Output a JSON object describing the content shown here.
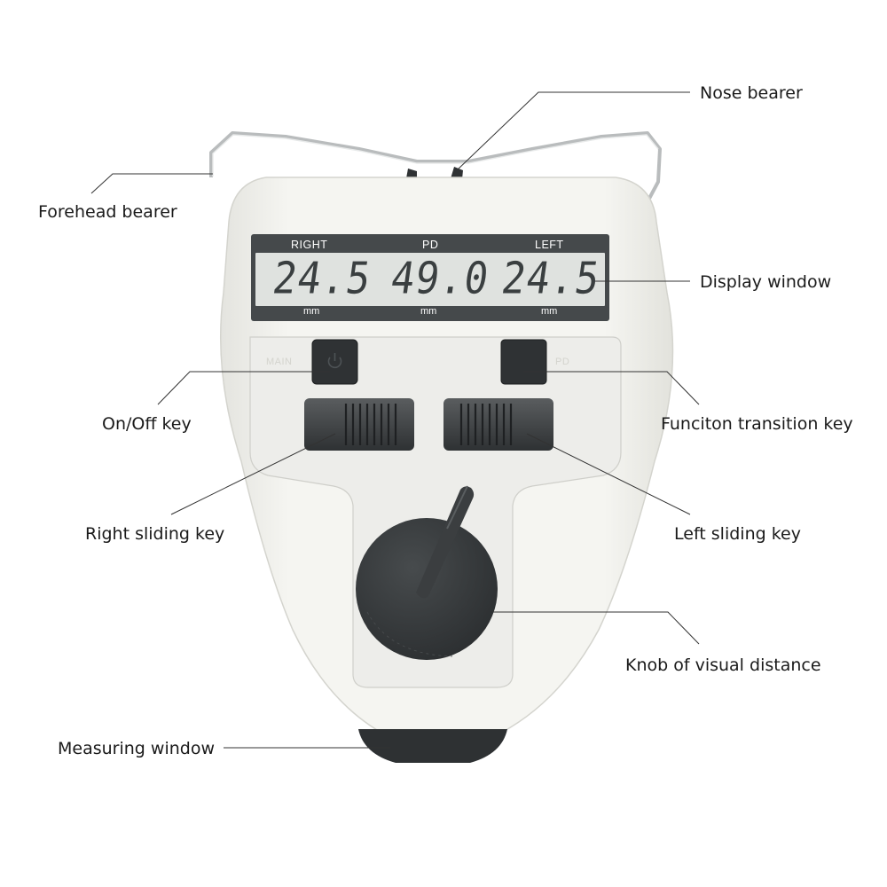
{
  "device": {
    "display": {
      "labels": {
        "right": "RIGHT",
        "pd": "PD",
        "left": "LEFT"
      },
      "readings": {
        "right": "24.5",
        "pd": "49.0",
        "left": "24.5"
      },
      "units": {
        "right": "mm",
        "pd": "mm",
        "left": "mm"
      }
    },
    "keys": {
      "main_label": "MAIN",
      "pd_label": "PD"
    },
    "colors": {
      "body": "#f2f2ee",
      "lcd_bezel": "#45494b",
      "lcd_screen": "#dfe2df",
      "knob": "#36393b"
    }
  },
  "callouts": {
    "nose_bearer": "Nose bearer",
    "forehead_bearer": "Forehead bearer",
    "display_window": "Display window",
    "on_off_key": "On/Off key",
    "function_transition_key": "Funciton transition key",
    "right_sliding_key": "Right  sliding key",
    "left_sliding_key": "Left sliding key",
    "knob_visual_distance": "Knob of visual distance",
    "measuring_window": "Measuring window"
  }
}
